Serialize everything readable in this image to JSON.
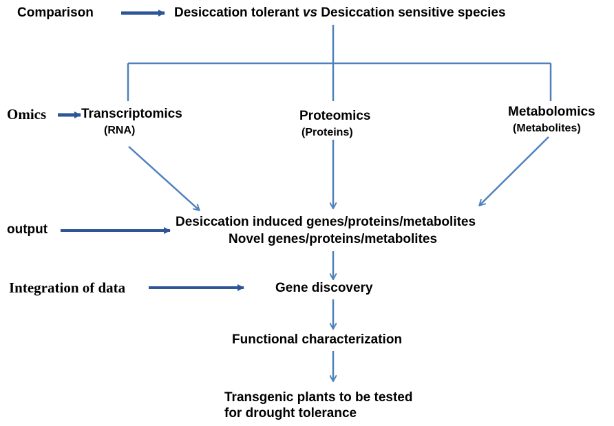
{
  "colors": {
    "arrow": "#4f81bd",
    "text": "#000000",
    "background": "#ffffff"
  },
  "left_labels": {
    "comparison": "Comparison",
    "omics": "Omics",
    "output": "output",
    "integration": "Integration of data"
  },
  "top": {
    "part1": "Desiccation tolerant ",
    "vs": "vs",
    "part2": " Desiccation sensitive species"
  },
  "omics_branches": [
    {
      "name": "Transcriptomics",
      "sub": "(RNA)"
    },
    {
      "name": "Proteomics",
      "sub": "(Proteins)"
    },
    {
      "name": "Metabolomics",
      "sub": "(Metabolites)"
    }
  ],
  "outputs": {
    "line1": "Desiccation induced genes/proteins/metabolites",
    "line2": "Novel genes/proteins/metabolites"
  },
  "steps": {
    "gene_discovery": "Gene discovery",
    "functional": "Functional characterization",
    "transgenic_line1": "Transgenic plants to be tested",
    "transgenic_line2": "for drought tolerance"
  }
}
